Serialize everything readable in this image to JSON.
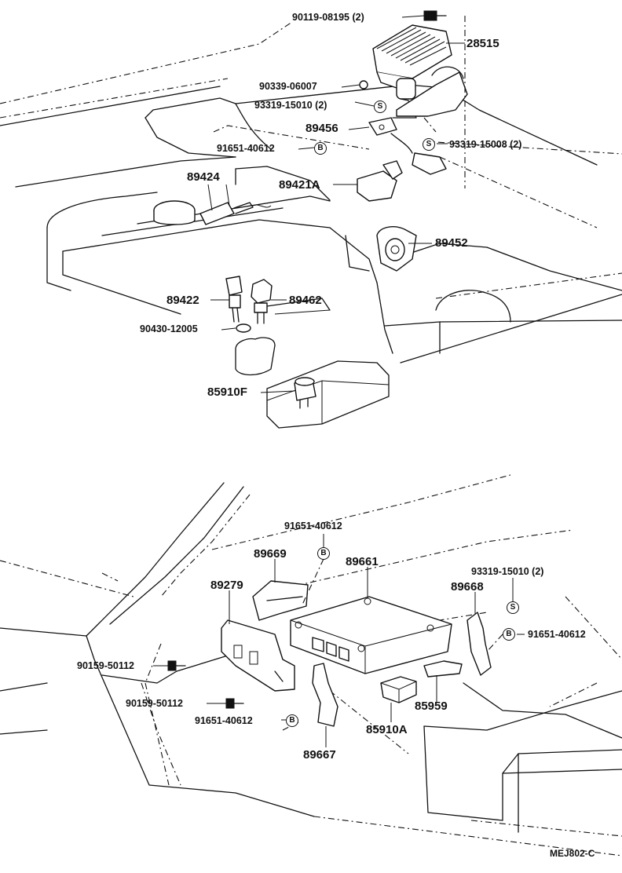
{
  "diagram_code": "MEJ802-C",
  "markers": {
    "s": "S",
    "b": "B"
  },
  "upper_parts": {
    "p_90119": "90119-08195 (2)",
    "p_28515": "28515",
    "p_90339": "90339-06007",
    "p_93319a": "93319-15010 (2)",
    "p_89456": "89456",
    "p_93319b": "93319-15008 (2)",
    "p_91651a": "91651-40612",
    "p_89424": "89424",
    "p_89421a": "89421A",
    "p_89452": "89452",
    "p_89422": "89422",
    "p_89462": "89462",
    "p_90430": "90430-12005",
    "p_85910f": "85910F"
  },
  "lower_parts": {
    "p_91651b": "91651-40612",
    "p_89669": "89669",
    "p_89661": "89661",
    "p_93319c": "93319-15010 (2)",
    "p_89279": "89279",
    "p_89668": "89668",
    "p_91651c": "91651-40612",
    "p_90159a": "90159-50112",
    "p_90159b": "90159-50112",
    "p_85959": "85959",
    "p_91651d": "91651-40612",
    "p_85910a": "85910A",
    "p_89667": "89667"
  }
}
